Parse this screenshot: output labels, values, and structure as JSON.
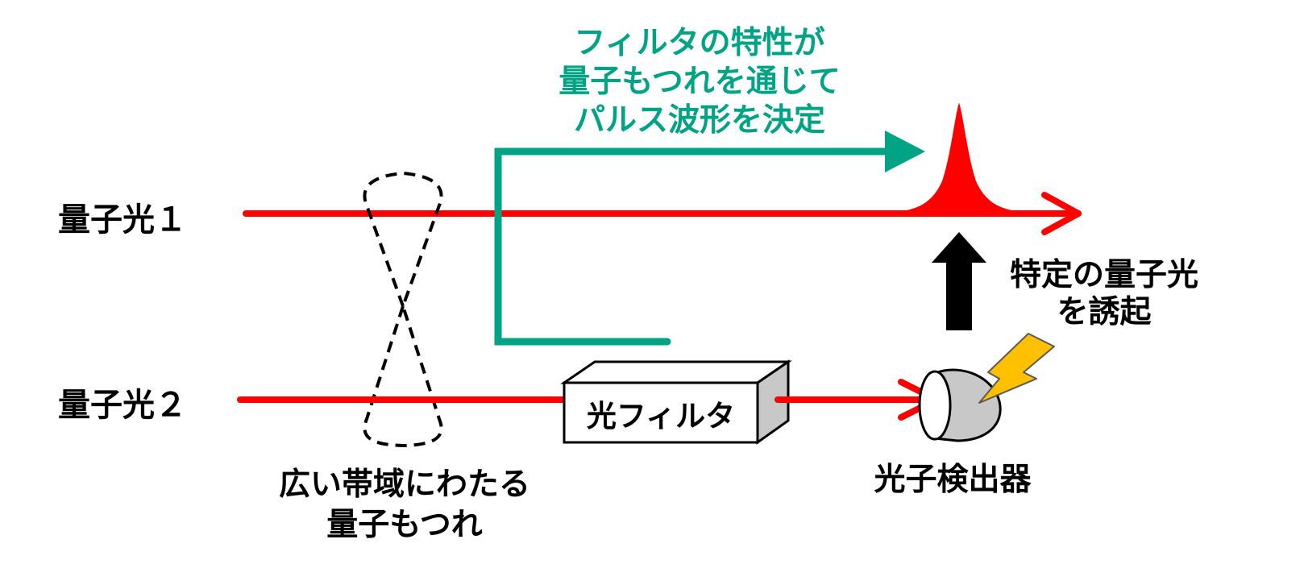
{
  "labels": {
    "beam1": "量子光１",
    "beam2": "量子光２",
    "filter": "光フィルタ",
    "detector": "光子検出器",
    "entanglement": [
      "広い帯域にわたる",
      "量子もつれ"
    ],
    "filter_effect": [
      "フィルタの特性が",
      "量子もつれを通じて",
      "パルス波形を決定"
    ],
    "induced": [
      "特定の量子光",
      "を誘起"
    ]
  },
  "colors": {
    "beam": "#ff0000",
    "accent": "#00a383",
    "ink": "#000000",
    "detector_fill": "#c8c8c8",
    "filter_side": "#c8c8c8",
    "lightning": "#ffc000",
    "lightning_stroke": "#595959"
  },
  "icons": {
    "up_arrow": "thick-up-arrow-icon",
    "lightning": "lightning-bolt-icon",
    "detector": "photon-detector-icon"
  }
}
